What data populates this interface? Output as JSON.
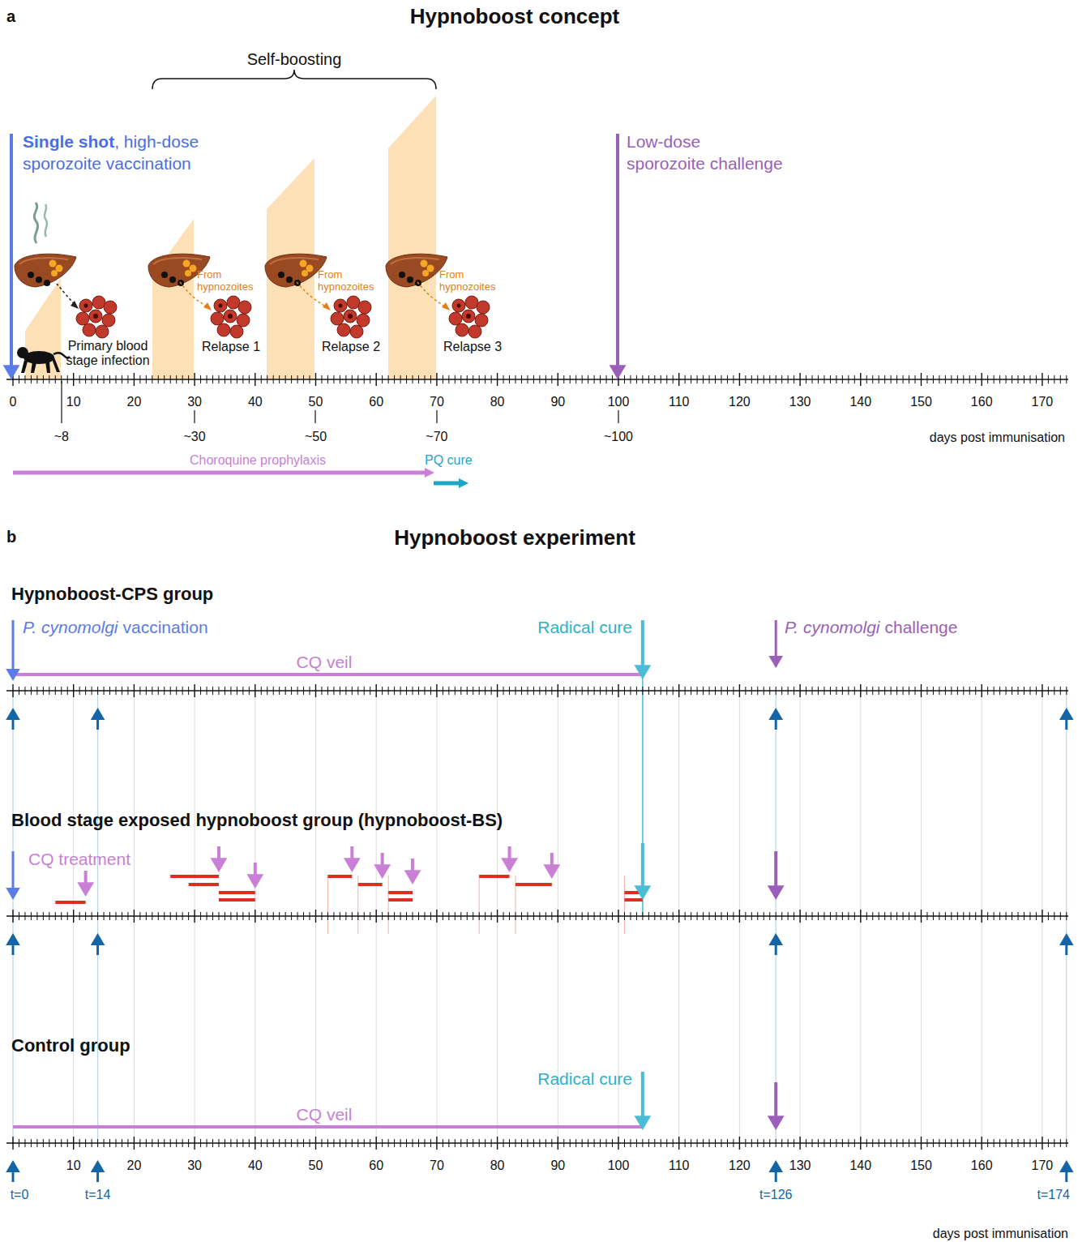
{
  "diagram": {
    "labels": [
      "a",
      "Hypnoboost concept",
      "Self-boosting",
      "Single shot",
      ", high-dose",
      "sporozoite vaccination",
      "Low-dose",
      "sporozoite challenge",
      "Primary blood stage infection",
      "From hypnozoites",
      "Relapse 1",
      "From hypnozoites",
      "Relapse 2",
      "From hypnozoites",
      "Relapse 3",
      "0",
      "10",
      "20",
      "30",
      "40",
      "50",
      "60",
      "70",
      "80",
      "90",
      "100",
      "110",
      "120",
      "130",
      "140",
      "150",
      "160",
      "170",
      "~8",
      "~30",
      "~50",
      "~70",
      "~100",
      "days post immunisation",
      "Choroquine prophylaxis",
      "PQ cure",
      "b",
      "Hypnoboost experiment",
      "Hypnoboost-CPS group",
      "P. cynomolgi",
      "vaccination",
      "Radical cure",
      "P. cynomolgi",
      "challenge",
      "CQ veil",
      "Blood stage exposed hypnoboost group (hypnoboost-BS)",
      "CQ treatment",
      "Control group",
      "Radical cure",
      "CQ veil",
      "10",
      "20",
      "30",
      "40",
      "50",
      "60",
      "70",
      "80",
      "90",
      "100",
      "110",
      "120",
      "130",
      "140",
      "150",
      "160",
      "170",
      "t=0",
      "t=14",
      "t=126",
      "t=174",
      "days post immunisation"
    ]
  }
}
